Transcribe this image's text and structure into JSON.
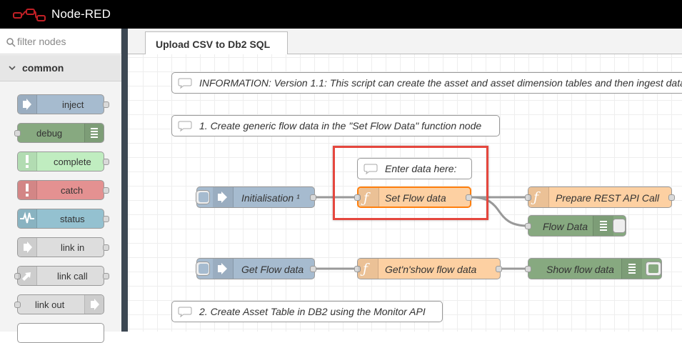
{
  "header": {
    "app_title": "Node-RED"
  },
  "palette": {
    "filter_placeholder": "filter nodes",
    "category": "common",
    "nodes": [
      {
        "label": "inject",
        "color": "#a6bbcf",
        "icon": "inject-arrow-icon"
      },
      {
        "label": "debug",
        "color": "#87a980",
        "icon": "debug-list-icon"
      },
      {
        "label": "complete",
        "color": "#c0edc0",
        "icon": "exclamation-icon"
      },
      {
        "label": "catch",
        "color": "#e49191",
        "icon": "exclamation-icon"
      },
      {
        "label": "status",
        "color": "#94c1d0",
        "icon": "status-wave-icon"
      },
      {
        "label": "link in",
        "color": "#dddddd",
        "icon": "link-in-icon"
      },
      {
        "label": "link call",
        "color": "#dddddd",
        "icon": "link-call-icon"
      },
      {
        "label": "link out",
        "color": "#dddddd",
        "icon": "link-out-icon"
      }
    ]
  },
  "workspace": {
    "tab_label": "Upload CSV to Db2 SQL",
    "comments": [
      {
        "text": "INFORMATION: Version 1.1: This script can create the asset and asset dimension tables and then ingest data"
      },
      {
        "text": "1. Create generic flow data in the \"Set Flow Data\" function node"
      },
      {
        "text": "Enter data here:"
      },
      {
        "text": "2. Create Asset Table in DB2 using the Monitor API"
      }
    ],
    "nodes": {
      "initialisation": "Initialisation ¹",
      "set_flow_data": "Set Flow data",
      "prepare_rest": "Prepare REST API Call",
      "flow_data": "Flow Data",
      "get_flow_data": "Get Flow data",
      "get_n_show": "Get'n'show flow data",
      "show_flow_data": "Show flow data"
    },
    "colors": {
      "inject": "#a6bbcf",
      "function": "#fdd0a2",
      "debug": "#87a980",
      "highlight": "#e5473e",
      "selected_border": "#ff7f0e"
    }
  }
}
